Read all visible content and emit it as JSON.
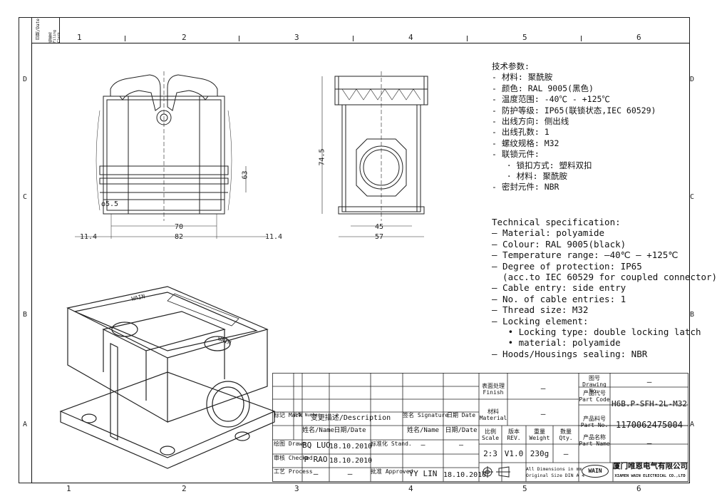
{
  "filing_labels": {
    "date": "日期/Date",
    "filing_clerk": "档案员 Filing Clerk"
  },
  "zones_top": [
    "1",
    "2",
    "3",
    "4",
    "5",
    "6"
  ],
  "zones_side": [
    "D",
    "C",
    "B",
    "A"
  ],
  "dimensions": {
    "front_width_inner": "70",
    "front_width_outer": "82",
    "offset_left": "11.4",
    "offset_right": "11.4",
    "hole_dia": "ϕ5.5",
    "slot_height": "63",
    "side_height": "74.5",
    "side_width_inner": "45",
    "side_width_outer": "57"
  },
  "spec_cn": {
    "title": "技术参数:",
    "lines": [
      "- 材料: 聚酰胺",
      "- 颜色: RAL 9005(黑色)",
      "- 温度范围: -40℃ - +125℃",
      "- 防护等级: IP65(联锁状态,IEC 60529)",
      "- 出线方向: 侧出线",
      "- 出线孔数: 1",
      "- 螺纹规格: M32",
      "- 联锁元件:",
      "   · 锁扣方式: 塑料双扣",
      "   · 材料: 聚酰胺",
      "- 密封元件: NBR"
    ]
  },
  "spec_en": {
    "title": "Technical specification:",
    "lines": [
      "– Material: polyamide",
      "– Colour: RAL 9005(black)",
      "– Temperature range: –40℃ – +125℃",
      "– Degree of protection: IP65",
      "  (acc.to IEC 60529 for coupled connector)",
      "– Cable entry: side entry",
      "– No. of cable entries: 1",
      "– Thread size: M32",
      "– Locking element:",
      "   • Locking type: double locking latch",
      "   • material: polyamide",
      "– Hoods/Housings sealing: NBR"
    ]
  },
  "title_block": {
    "finish_label": "表面处理 Finish",
    "finish_value": "–",
    "material_label": "材料 Material",
    "material_value": "–",
    "drawing_no_label": "图号 Drawing No.",
    "drawing_no_value": "–",
    "part_code_label": "产品代号 Part Code",
    "part_code_value": "H6B.P-SFH-2L-M32",
    "part_no_label": "产品料号 Part No.",
    "part_no_value": "1170062475004",
    "part_name_label": "产品名称 Part Name",
    "part_name_value": "–",
    "scale_label": "比例 Scale",
    "scale_value": "2:3",
    "rev_label": "版本 REV.",
    "rev_value": "V1.0",
    "weight_label": "重量 Weight",
    "weight_value": "230g",
    "qty_label": "数量 Qty.",
    "qty_value": "–",
    "dims_note_1": "All Dimensions in mm",
    "dims_note_2": "Original Size DIN A 4",
    "company_cn": "厦门唯恩电气有限公司",
    "company_en": "XIAMEN WAIN ELECTRICAL CO.,LTD",
    "logo_text": "WAIN",
    "mark_label": "标记 Mark",
    "number_label": "处数 Number",
    "description_label": "变更描述/Description",
    "signature_label": "签名 Signature",
    "date_label": "日期 Date",
    "name_label": "姓名/Name",
    "date_label2": "日期/Date",
    "standard_label": "标准化 Stand.",
    "approved_label": "批准 Approved",
    "drawn_label": "绘图 Drawn",
    "checked_label": "审核 Checked",
    "process_label": "工艺 Process",
    "drawn_name": "BQ LUO",
    "drawn_date": "18.10.2010",
    "checked_name": "P RAO",
    "checked_date": "18.10.2010",
    "process_name": "–",
    "process_date": "–",
    "stand_value": "–",
    "stand_date": "–",
    "approved_name": "YY LIN",
    "approved_date": "18.10.2010"
  }
}
